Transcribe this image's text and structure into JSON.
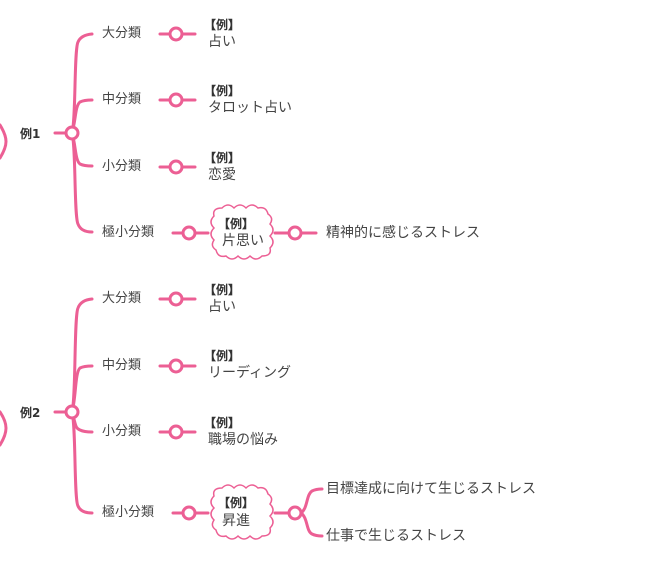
{
  "colors": {
    "accent": "#ec5f94",
    "text": "#444444",
    "bg": "#ffffff"
  },
  "groups": [
    {
      "title": "例1",
      "items": [
        {
          "level": "大分類",
          "example_tag": "【例】",
          "example": "占い"
        },
        {
          "level": "中分類",
          "example_tag": "【例】",
          "example": "タロット占い"
        },
        {
          "level": "小分類",
          "example_tag": "【例】",
          "example": "恋愛"
        },
        {
          "level": "極小分類",
          "example_tag": "【例】",
          "example": "片思い",
          "children": [
            "精神的に感じるストレス"
          ]
        }
      ]
    },
    {
      "title": "例2",
      "items": [
        {
          "level": "大分類",
          "example_tag": "【例】",
          "example": "占い"
        },
        {
          "level": "中分類",
          "example_tag": "【例】",
          "example": "リーディング"
        },
        {
          "level": "小分類",
          "example_tag": "【例】",
          "example": "職場の悩み"
        },
        {
          "level": "極小分類",
          "example_tag": "【例】",
          "example": "昇進",
          "children": [
            "目標達成に向けて生じるストレス",
            "仕事で生じるストレス"
          ]
        }
      ]
    }
  ]
}
